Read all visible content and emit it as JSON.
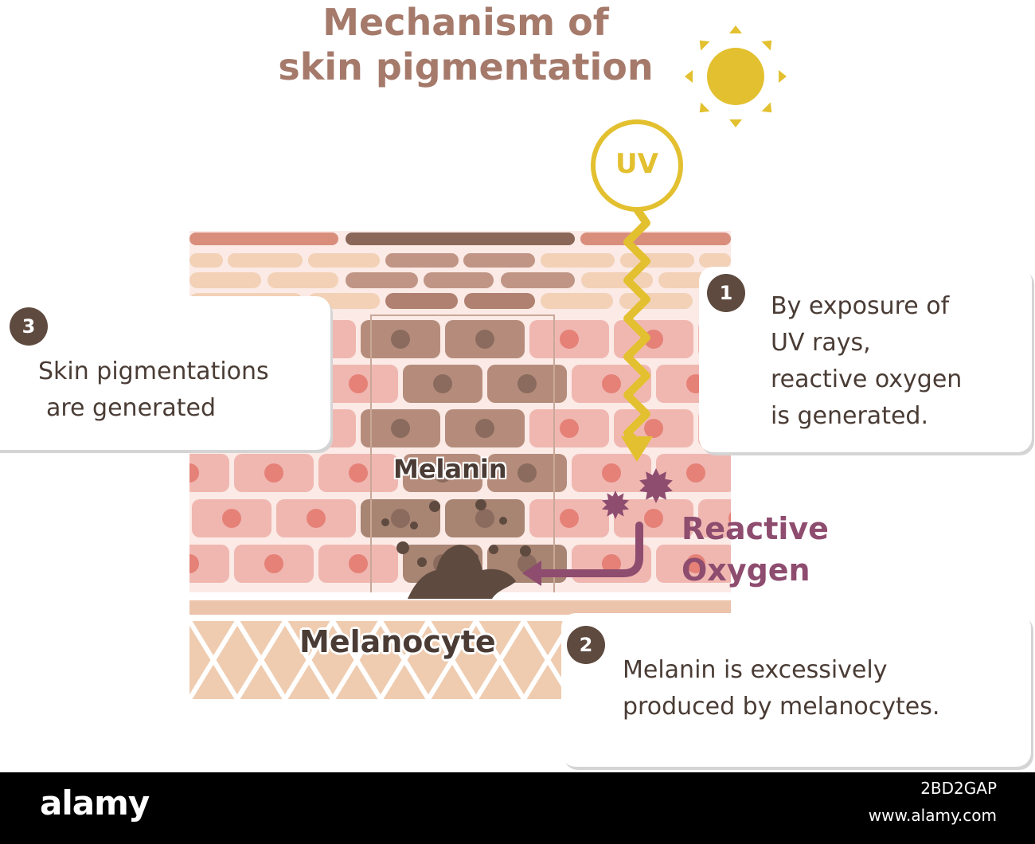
{
  "title_lines": [
    "Mechanism of",
    "skin pigmentation"
  ],
  "uv_label": "UV",
  "labels": {
    "melanin": "Melanin",
    "melanocyte": "Melanocyte",
    "reactive_oxygen": [
      "Reactive",
      "Oxygen"
    ]
  },
  "steps": [
    {
      "number": "1",
      "lines": [
        "By exposure of",
        "UV rays,",
        "reactive oxygen",
        "is generated."
      ]
    },
    {
      "number": "2",
      "lines": [
        "Melanin is excessively",
        "produced by melanocytes."
      ]
    },
    {
      "number": "3",
      "lines": [
        "Skin pigmentations",
        "are generated"
      ]
    }
  ],
  "footer": {
    "brand": "alamy",
    "image_id": "2BD2GAP",
    "site": "www.alamy.com"
  },
  "colors": {
    "title": "#a57a6b",
    "sun": "#e3c02f",
    "uv": "#e3c02f",
    "skin_cell": "#f0b7b1",
    "cell_nucleus": "#e58177",
    "pigmented_cell": "#b78d7c",
    "melanin_dark": "#5e4a3f",
    "reactive_oxygen": "#8e4c6f",
    "dermis": "#efccb0",
    "badge": "#5e4a3f"
  }
}
